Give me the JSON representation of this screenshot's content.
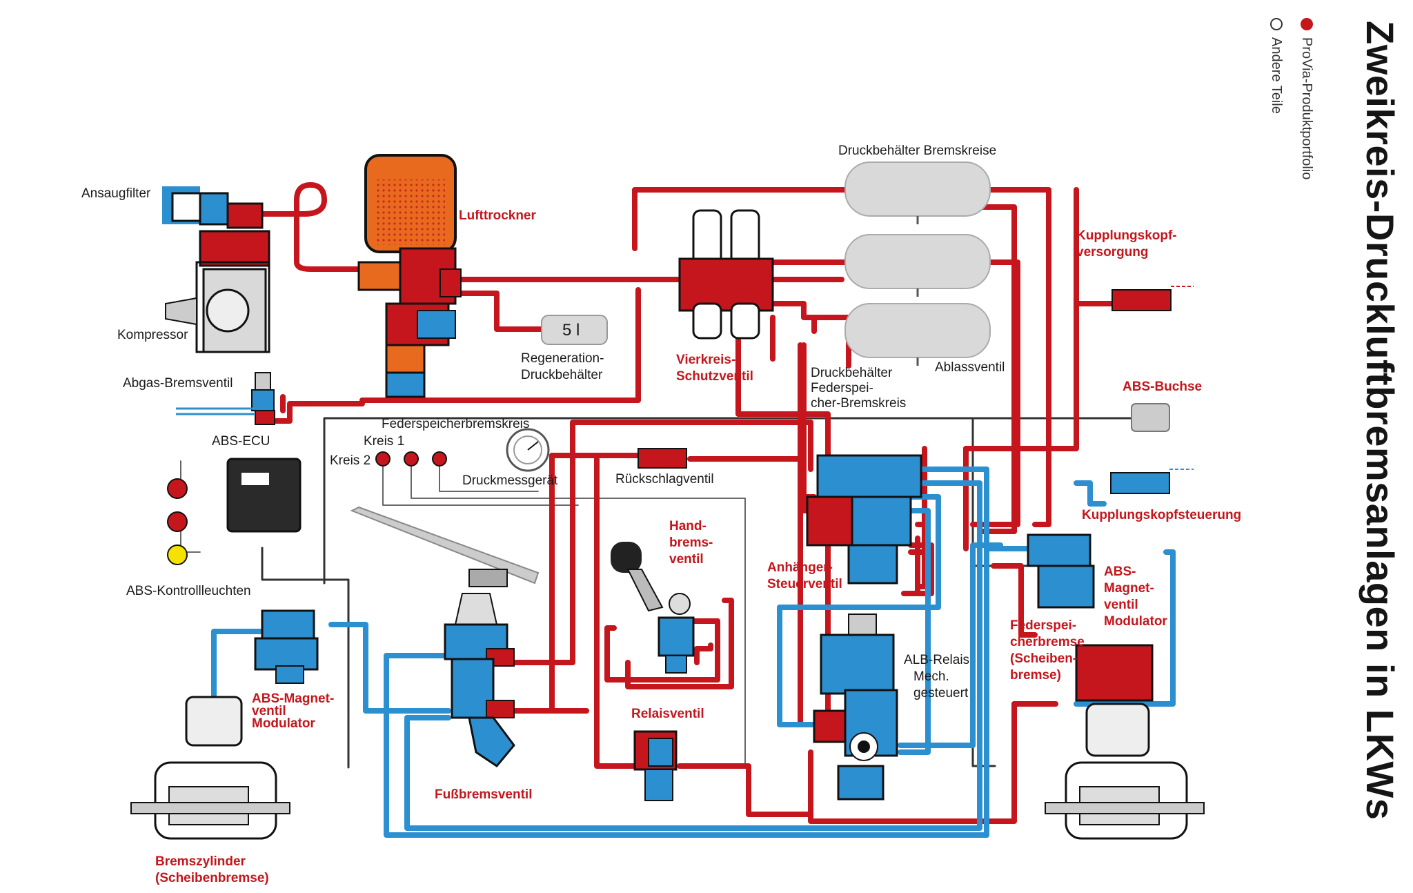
{
  "title": "Zweikreis-Druckluftbremsanlagen in LKWs",
  "legend": {
    "items": [
      {
        "label": "ProVia-Produktportfolio",
        "color": "#c4161c"
      },
      {
        "label": "Andere Teile",
        "color": "#ffffff"
      }
    ]
  },
  "colors": {
    "red_line": "#c4161c",
    "blue_line": "#2b8fd0",
    "dark_line": "#222222",
    "grey_part": "#d9d9d9"
  },
  "labels": {
    "ansaugfilter": "Ansaugfilter",
    "kompressor": "Kompressor",
    "lufttrockner": "Lufttrockner",
    "regeneration_1": "Regeneration-",
    "regeneration_2": "Druckbehälter",
    "tank_volume": "5 l",
    "druckbehaelter_bremskreise": "Druckbehälter Bremskreise",
    "vierkreis_1": "Vierkreis-",
    "vierkreis_2": "Schutzventil",
    "federspeicher_tank_1": "Druckbehälter",
    "federspeicher_tank_2": "Federspei-",
    "federspeicher_tank_3": "cher-Bremskreis",
    "ablassventil": "Ablassventil",
    "kupplungskopf_vers_1": "Kupplungskopf-",
    "kupplungskopf_vers_2": "versorgung",
    "abs_buchse": "ABS-Buchse",
    "kupplungskopfsteuerung": "Kupplungskopfsteuerung",
    "abgas_bremsventil": "Abgas-Bremsventil",
    "abs_ecu": "ABS-ECU",
    "federspeicherbremskreis": "Federspeicherbremskreis",
    "kreis_1": "Kreis 1",
    "kreis_2": "Kreis 2",
    "druckmessgeraet": "Druckmessgerät",
    "rueckschlagventil": "Rückschlagventil",
    "anhaenger_1": "Anhänger-",
    "anhaenger_2": "Steuerventil",
    "handbrems_1": "Hand-",
    "handbrems_2": "brems-",
    "handbrems_3": "ventil",
    "abs_kontrollleuchten": "ABS-Kontrollleuchten",
    "abs_mod_left_1": "ABS-Magnet-",
    "abs_mod_left_2": "ventil",
    "abs_mod_left_3": "Modulator",
    "fussbremsventil": "Fußbremsventil",
    "relaisventil": "Relaisventil",
    "alb_1": "ALB-Relais",
    "alb_2": "Mech.",
    "alb_3": "gesteuert",
    "abs_mod_right_1": "ABS-",
    "abs_mod_right_2": "Magnet-",
    "abs_mod_right_3": "ventil",
    "abs_mod_right_4": "Modulator",
    "federspeicherbremse_1": "Federspei-",
    "federspeicherbremse_2": "cherbremse",
    "federspeicherbremse_3": "(Scheiben-",
    "federspeicherbremse_4": "bremse)",
    "bremszylinder_1": "Bremszylinder",
    "bremszylinder_2": "(Scheibenbremse)"
  }
}
